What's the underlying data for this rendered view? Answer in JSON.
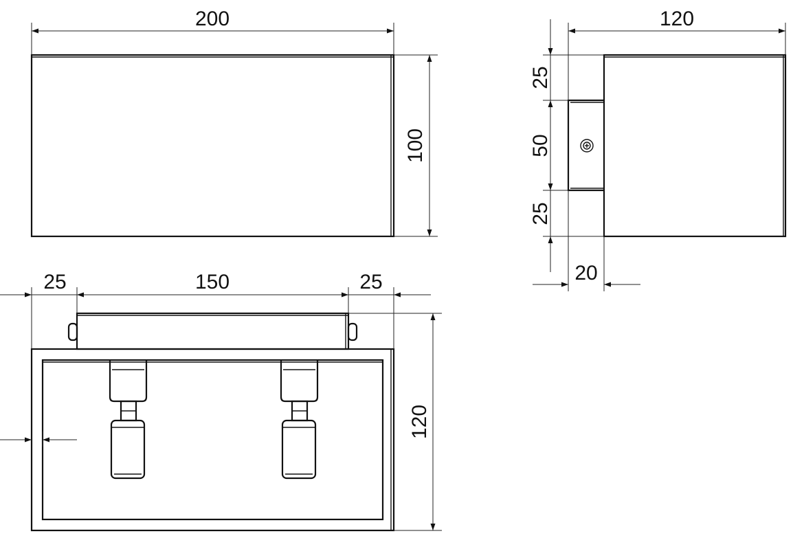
{
  "front_view": {
    "width_label": "200",
    "height_label": "100"
  },
  "side_view": {
    "depth_label": "120",
    "top_offset_label": "25",
    "bracket_height_label": "50",
    "bottom_offset_label": "25",
    "bracket_depth_label": "20"
  },
  "bottom_view": {
    "left_offset_label": "25",
    "bracket_width_label": "150",
    "right_offset_label": "25",
    "depth_label": "120"
  },
  "colors": {
    "line": "#111111",
    "background": "#ffffff"
  }
}
